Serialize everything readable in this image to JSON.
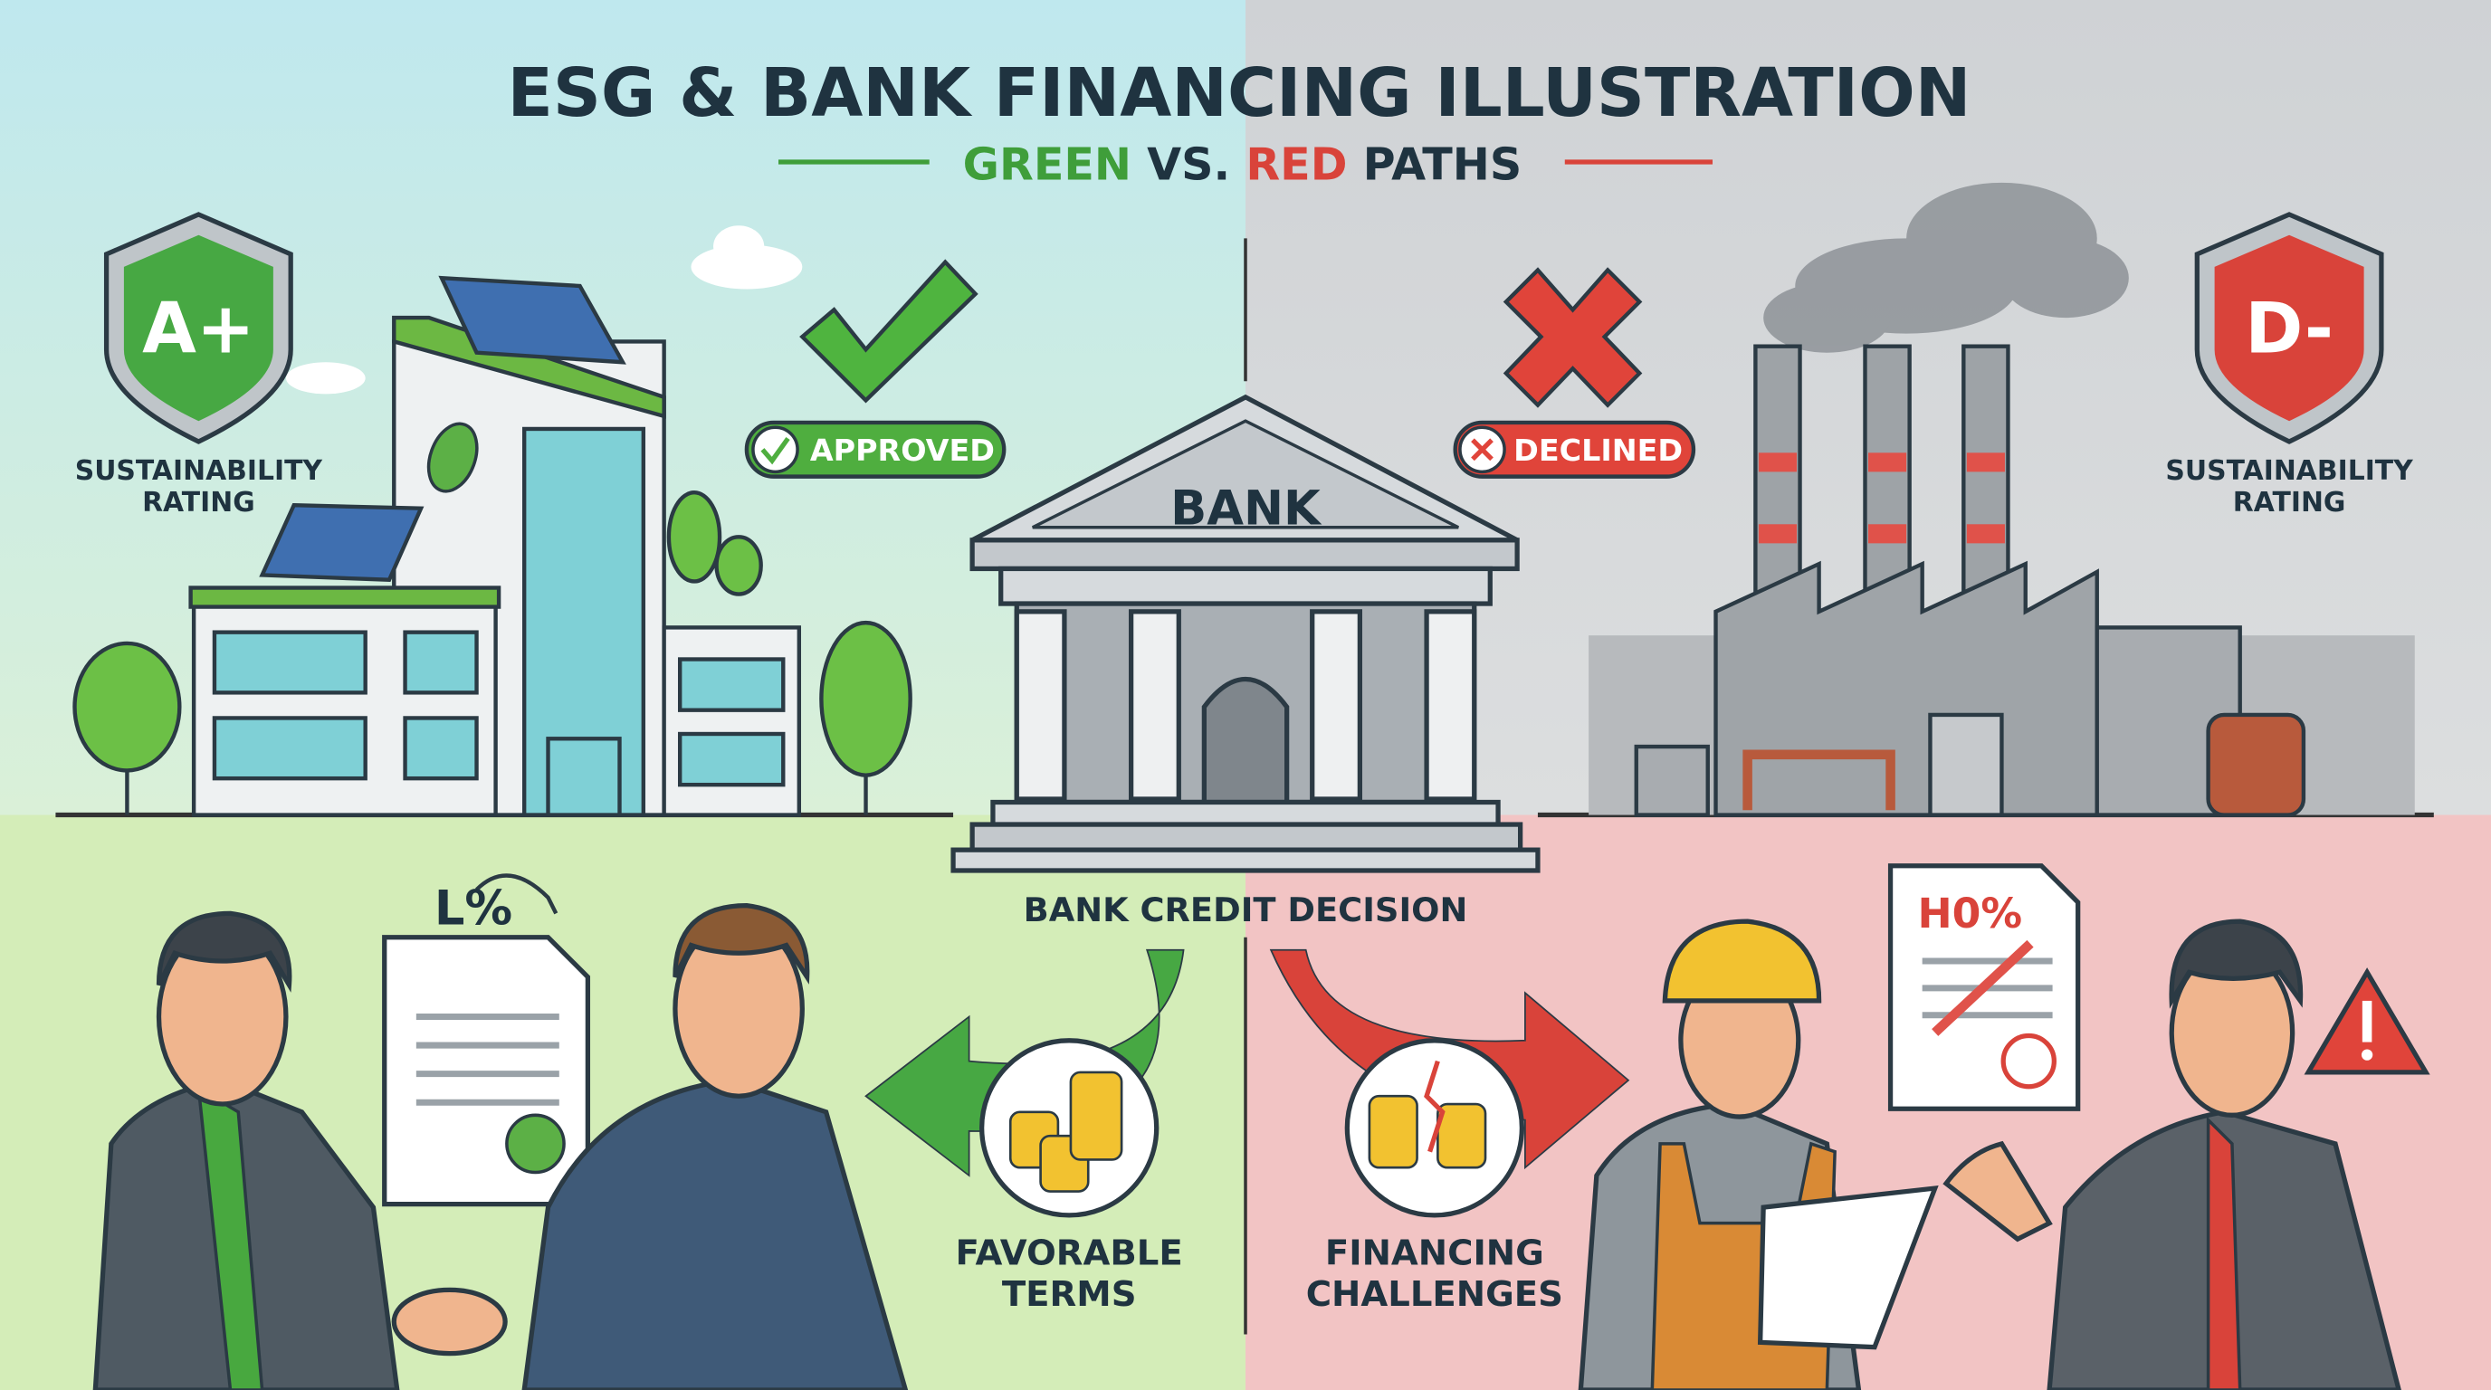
{
  "header": {
    "title": "ESG & BANK FINANCING ILLUSTRATION",
    "subtitle": {
      "green": "GREEN",
      "vs": "VS.",
      "red": "RED",
      "paths": "PATHS"
    }
  },
  "green_side": {
    "rating_grade": "A+",
    "rating_label_line1": "SUSTAINABILITY",
    "rating_label_line2": "RATING",
    "status_badge": "APPROVED",
    "rate_label": "L%",
    "outcome_line1": "FAVORABLE",
    "outcome_line2": "TERMS"
  },
  "bank": {
    "sign": "BANK",
    "caption": "BANK CREDIT DECISION"
  },
  "red_side": {
    "rating_grade": "D-",
    "rating_label_line1": "SUSTAINABILITY",
    "rating_label_line2": "RATING",
    "status_badge": "DECLINED",
    "rate_label": "H0%",
    "outcome_line1": "FINANCING",
    "outcome_line2": "CHALLENGES"
  },
  "colors": {
    "green": "#3f9e3a",
    "red": "#d9433a",
    "dark_text": "#1f3340",
    "sky_left": "#bfe8ee",
    "sky_right": "#d0d3d6",
    "ground_left": "#d4edb8",
    "ground_right": "#f2c4c4"
  },
  "icons": [
    "shield-icon",
    "checkmark-icon",
    "x-mark-icon",
    "solar-panel-icon",
    "leaf-icon",
    "tree-icon",
    "cloud-icon",
    "smoke-icon",
    "smokestack-icon",
    "bank-building-icon",
    "coins-icon",
    "curved-arrow-icon",
    "document-icon",
    "ribbon-seal-icon",
    "warning-icon",
    "handshake-icon"
  ]
}
